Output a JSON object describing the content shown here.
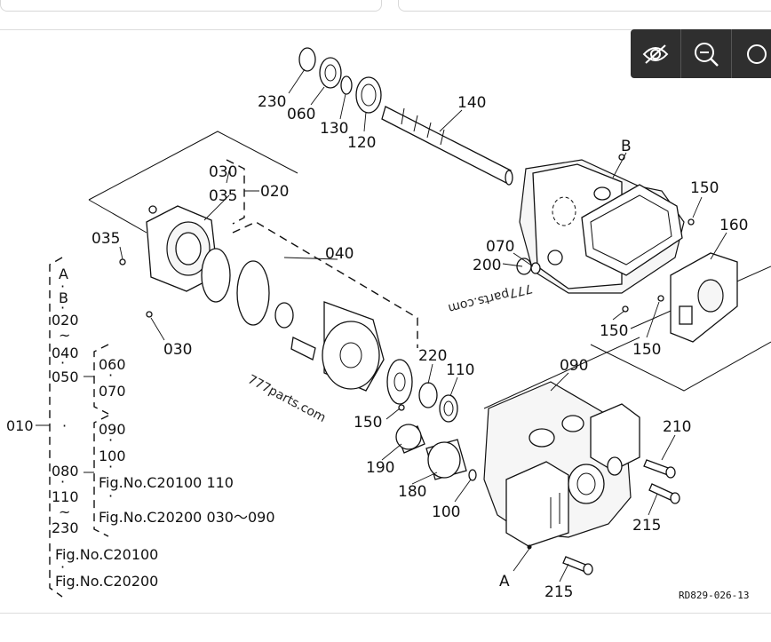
{
  "toolbar": {
    "buttons": [
      {
        "icon": "eye-off-icon"
      },
      {
        "icon": "zoom-out-icon"
      },
      {
        "icon": "zoom-reset-icon"
      }
    ]
  },
  "diagram": {
    "reference_code": "RD829-026-13",
    "watermark_1": "777parts.com",
    "watermark_2": "777parts.com",
    "part_labels": {
      "p230": "230",
      "p060": "060",
      "p130": "130",
      "p120": "120",
      "p140": "140",
      "pB": "B",
      "p150a": "150",
      "p160": "160",
      "p070": "070",
      "p200": "200",
      "p150b": "150",
      "p150c": "150",
      "p030a": "030",
      "p035a": "035",
      "p020": "020",
      "p035b": "035",
      "p040": "040",
      "p030b": "030",
      "p090": "090",
      "p220": "220",
      "p110": "110",
      "p150d": "150",
      "p190": "190",
      "p180": "180",
      "p100": "100",
      "p210": "210",
      "p215a": "215",
      "p215b": "215",
      "pA": "A"
    },
    "legend": {
      "root": "010",
      "dot": "·",
      "group1": [
        "A",
        "B",
        "020",
        "~",
        "040",
        "050"
      ],
      "sub050": [
        "060",
        "070"
      ],
      "sub090": [
        "090",
        "100",
        "Fig.No.C20100  110",
        "Fig.No.C20200  030～090"
      ],
      "group2": [
        "080",
        "110",
        "~",
        "230"
      ],
      "fig1": "Fig.No.C20100",
      "fig2": "Fig.No.C20200"
    }
  }
}
